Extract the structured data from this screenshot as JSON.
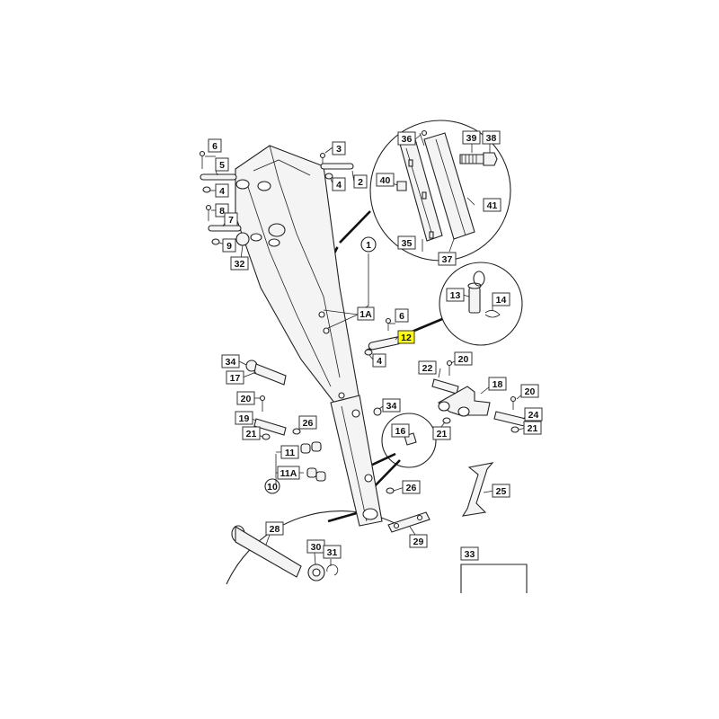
{
  "labels": {
    "l6a": "6",
    "l5": "5",
    "l4a": "4",
    "l8": "8",
    "l7": "7",
    "l9": "9",
    "l32": "32",
    "l3": "3",
    "l4b": "4",
    "l2": "2",
    "l36": "36",
    "l39": "39",
    "l38": "38",
    "l40": "40",
    "l41": "41",
    "l35": "35",
    "l37": "37",
    "l1": "1",
    "l1A": "1A",
    "l6b": "6",
    "l12": "12",
    "l4c": "4",
    "l13": "13",
    "l14": "14",
    "l34a": "34",
    "l17": "17",
    "l20a": "20",
    "l19": "19",
    "l21a": "21",
    "l26a": "26",
    "l11": "11",
    "l11A": "11A",
    "l10": "10",
    "l34b": "34",
    "l16": "16",
    "l22": "22",
    "l20b": "20",
    "l18": "18",
    "l20c": "20",
    "l24": "24",
    "l21b": "21",
    "l21c": "21",
    "l26b": "26",
    "l25": "25",
    "l29": "29",
    "l28": "28",
    "l30": "30",
    "l31": "31",
    "l33": "33"
  },
  "highlight": {
    "label_key": "l12",
    "color": "#ffff00"
  }
}
